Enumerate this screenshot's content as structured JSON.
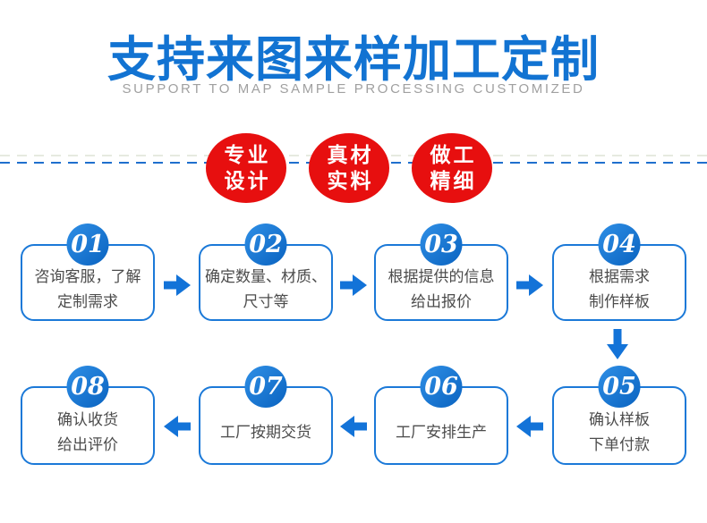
{
  "header": {
    "title": "支持来图来样加工定制",
    "subtitle": "SUPPORT TO MAP SAMPLE PROCESSING CUSTOMIZED"
  },
  "feature_badges": [
    {
      "line1": "专业",
      "line2": "设计"
    },
    {
      "line1": "真材",
      "line2": "实料"
    },
    {
      "line1": "做工",
      "line2": "精细"
    }
  ],
  "process_steps": [
    {
      "num": "01",
      "line1": "咨询客服，了解",
      "line2": "定制需求"
    },
    {
      "num": "02",
      "line1": "确定数量、材质、",
      "line2": "尺寸等"
    },
    {
      "num": "03",
      "line1": "根据提供的信息",
      "line2": "给出报价"
    },
    {
      "num": "04",
      "line1": "根据需求",
      "line2": "制作样板"
    },
    {
      "num": "05",
      "line1": "确认样板",
      "line2": "下单付款"
    },
    {
      "num": "06",
      "line1": "工厂安排生产",
      "line2": ""
    },
    {
      "num": "07",
      "line1": "工厂按期交货",
      "line2": ""
    },
    {
      "num": "08",
      "line1": "确认收货",
      "line2": "给出评价"
    }
  ],
  "colors": {
    "title_blue": "#1273d2",
    "subtitle_gray": "#a0a0a0",
    "feature_red": "#e70f0f",
    "badge_blue": "#0f6fd0",
    "box_border_blue": "#1b79d8",
    "arrow_blue": "#1373d8",
    "dashed_line_blue": "#1f6fce",
    "step_text_gray": "#4c4c4c",
    "background": "#ffffff"
  }
}
